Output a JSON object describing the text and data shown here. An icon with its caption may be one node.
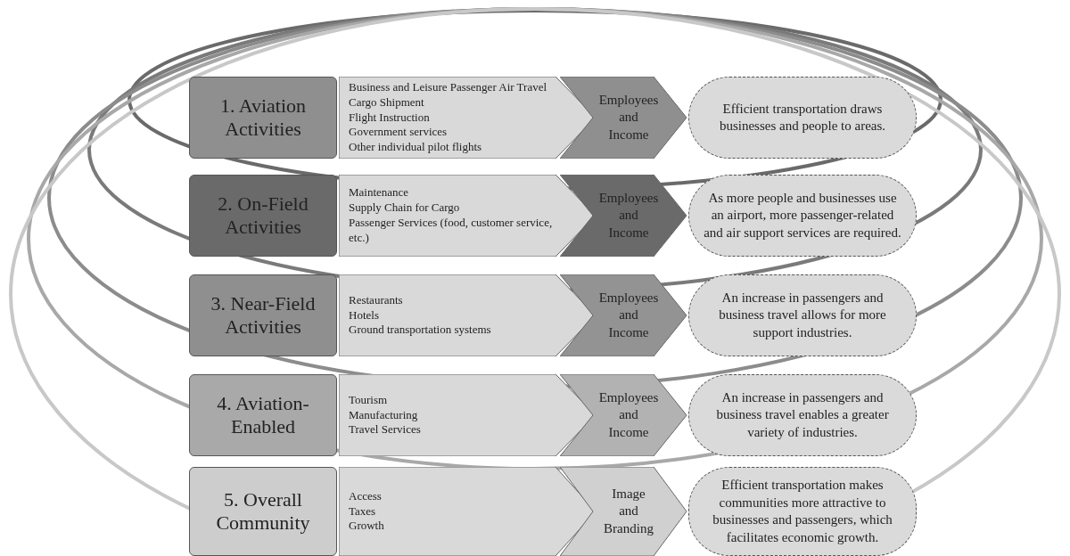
{
  "diagram": {
    "nodes": [
      {
        "text": [
          "1. Aviation Activities"
        ]
      },
      {
        "text": [
          "Business and Leisure Passenger Air Travel",
          "Cargo Shipment",
          "Flight Instruction",
          "Government services",
          "Other individual pilot flights"
        ]
      },
      {
        "text": [
          "Employees and Income"
        ]
      },
      {
        "text": [
          "Efficient transportation draws businesses and people to areas."
        ]
      },
      {
        "text": [
          "2. On-Field Activities"
        ]
      },
      {
        "text": [
          "Maintenance",
          "Supply Chain for Cargo",
          "Passenger Services (food, customer service, etc.)"
        ]
      },
      {
        "text": [
          "Employees and Income"
        ]
      },
      {
        "text": [
          "As more people and businesses use an airport, more passenger-related and air support services are required."
        ]
      },
      {
        "text": [
          "3. Near-Field Activities"
        ]
      },
      {
        "text": [
          "Restaurants",
          "Hotels",
          "Ground transportation systems"
        ]
      },
      {
        "text": [
          "Employees and Income"
        ]
      },
      {
        "text": [
          "An increase in passengers and business travel allows for more support industries."
        ]
      },
      {
        "text": [
          "4. Aviation-Enabled"
        ]
      },
      {
        "text": [
          "Tourism",
          "Manufacturing",
          "Travel Services"
        ]
      },
      {
        "text": [
          "Employees and Income"
        ]
      },
      {
        "text": [
          "An increase in passengers and business travel enables a greater variety of industries."
        ]
      },
      {
        "text": [
          "5. Overall Community"
        ]
      },
      {
        "text": [
          "Access",
          "Taxes",
          "Growth"
        ]
      },
      {
        "text": [
          "Image and Branding"
        ]
      },
      {
        "text": [
          "Efficient transportation makes communities more attractive to businesses and passengers, which facilitates economic growth."
        ]
      }
    ],
    "edges": []
  }
}
